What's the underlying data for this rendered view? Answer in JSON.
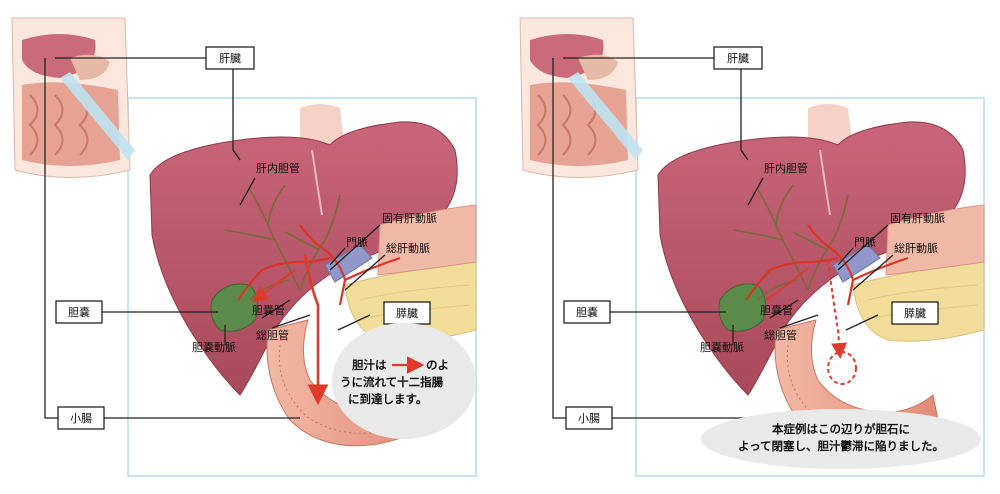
{
  "panels": [
    {
      "id": "left",
      "labels": {
        "liver": "肝臓",
        "intrahepatic_duct": "肝内胆管",
        "proper_hepatic_artery": "固有肝動脈",
        "portal_vein": "門脈",
        "common_hepatic_artery": "総肝動脈",
        "gallbladder": "胆嚢",
        "cystic_duct": "胆嚢管",
        "pancreas": "膵臓",
        "cystic_artery": "胆嚢動脈",
        "common_bile_duct": "総胆管",
        "small_intestine": "小腸"
      },
      "note": {
        "line1_before": "胆汁は",
        "line1_after": "のよ",
        "line2": "うに流れて十二指腸",
        "line3": "に到達します。"
      }
    },
    {
      "id": "right",
      "labels": {
        "liver": "肝臓",
        "intrahepatic_duct": "肝内胆管",
        "proper_hepatic_artery": "固有肝動脈",
        "portal_vein": "門脈",
        "common_hepatic_artery": "総肝動脈",
        "gallbladder": "胆嚢",
        "cystic_duct": "胆嚢管",
        "pancreas": "膵臓",
        "cystic_artery": "胆嚢動脈",
        "common_bile_duct": "総胆管",
        "small_intestine": "小腸"
      },
      "note": {
        "line1": "本症例はこの辺りが胆石に",
        "line2": "よって閉塞し、胆汁鬱滞に陥りました。"
      }
    }
  ],
  "colors": {
    "liver": "#b85566",
    "liver_dark": "#8e3a4a",
    "duct": "#7a6a3a",
    "artery": "#d9362a",
    "portal": "#8f98c8",
    "gallbladder": "#5c8a4a",
    "pancreas": "#f2dc9a",
    "duodenum": "#e8a38f",
    "frame": "#b8dcef",
    "note_bg": "#e9e9ea"
  }
}
